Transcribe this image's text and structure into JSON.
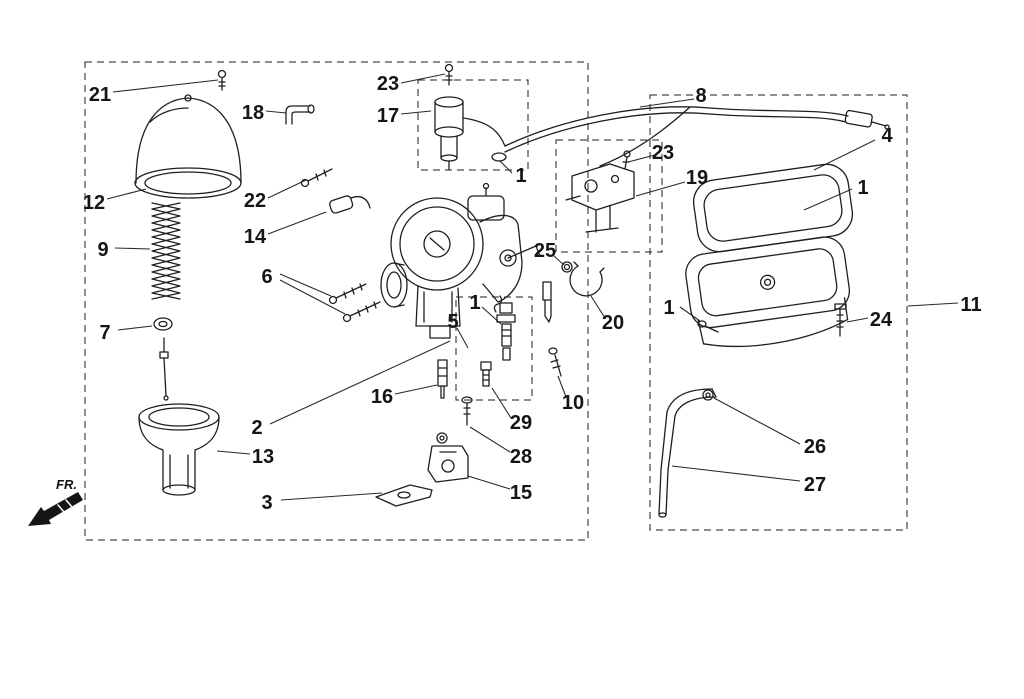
{
  "colors": {
    "background": "#ffffff",
    "line_art": "#1f1f1f",
    "label_text": "#151515"
  },
  "diagram": {
    "direction_marker": "FR.",
    "labels": [
      {
        "text": "21"
      },
      {
        "text": "18"
      },
      {
        "text": "23"
      },
      {
        "text": "17"
      },
      {
        "text": "8"
      },
      {
        "text": "4"
      },
      {
        "text": "12"
      },
      {
        "text": "22"
      },
      {
        "text": "14"
      },
      {
        "text": "9"
      },
      {
        "text": "23"
      },
      {
        "text": "19"
      },
      {
        "text": "1"
      },
      {
        "text": "1"
      },
      {
        "text": "6"
      },
      {
        "text": "25"
      },
      {
        "text": "1"
      },
      {
        "text": "7"
      },
      {
        "text": "1"
      },
      {
        "text": "5"
      },
      {
        "text": "20"
      },
      {
        "text": "24"
      },
      {
        "text": "11"
      },
      {
        "text": "16"
      },
      {
        "text": "2"
      },
      {
        "text": "29"
      },
      {
        "text": "10"
      },
      {
        "text": "26"
      },
      {
        "text": "13"
      },
      {
        "text": "28"
      },
      {
        "text": "27"
      },
      {
        "text": "15"
      },
      {
        "text": "3"
      }
    ]
  }
}
